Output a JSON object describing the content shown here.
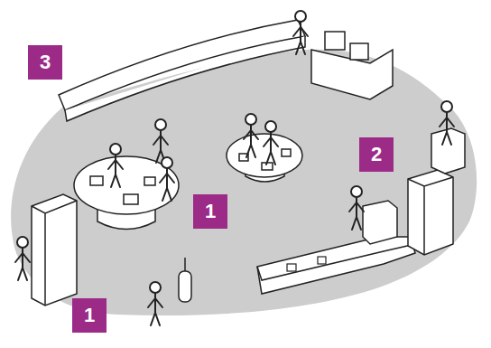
{
  "diagram": {
    "labels": [
      "3",
      "2",
      "1",
      "1"
    ]
  }
}
